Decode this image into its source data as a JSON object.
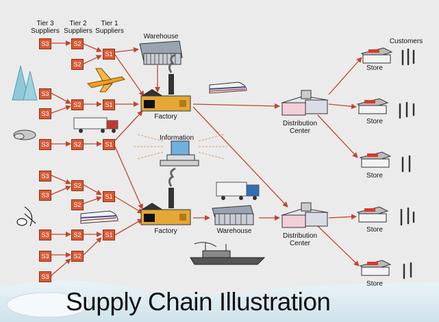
{
  "title": "Supply Chain Illustration",
  "tier_headers": {
    "tier3": "Tier 3\nSuppliers",
    "tier2": "Tier 2\nSuppliers",
    "tier1": "Tier 1\nSuppliers"
  },
  "labels": {
    "warehouse_top": "Warehouse",
    "factory_top": "Factory",
    "information": "Information",
    "factory_bottom": "Factory",
    "warehouse_bottom": "Warehouse",
    "dc_top": "Distribution\nCenter",
    "dc_bottom": "Distribution\nCenter",
    "customers": "Customers",
    "store": "Store",
    "s3": "S3",
    "s2": "S2",
    "s1": "S1"
  },
  "colors": {
    "node": "#d85a35",
    "arrow": "#c0452a",
    "background": "#ebebeb"
  }
}
